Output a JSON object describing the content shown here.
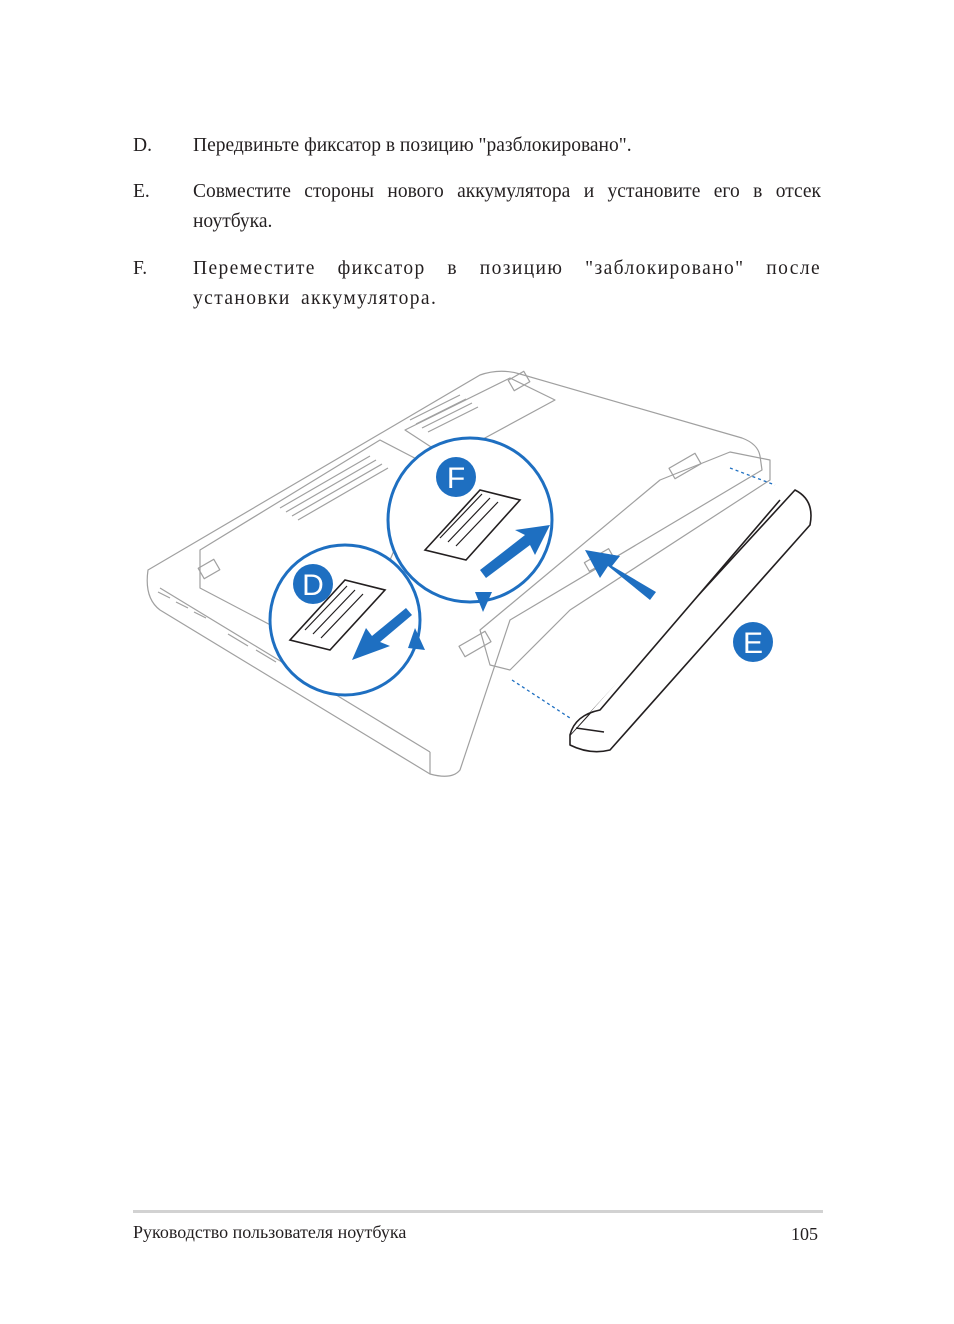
{
  "steps": [
    {
      "letter": "D.",
      "text": "Передвиньте фиксатор в позицию \"разблокировано\"."
    },
    {
      "letter": "E.",
      "text": "Совместите стороны нового аккумулятора и установите его в отсек ноутбука."
    },
    {
      "letter": "F.",
      "text": "Переместите фиксатор в позицию \"заблокировано\" после установки аккумулятора."
    }
  ],
  "illustration": {
    "callouts": [
      "F",
      "D",
      "E"
    ],
    "colors": {
      "accent": "#1e6fc1",
      "line": "#9a9a9a",
      "ink": "#231f20"
    }
  },
  "footer": {
    "title": "Руководство пользователя ноутбука",
    "page_number": "105"
  }
}
